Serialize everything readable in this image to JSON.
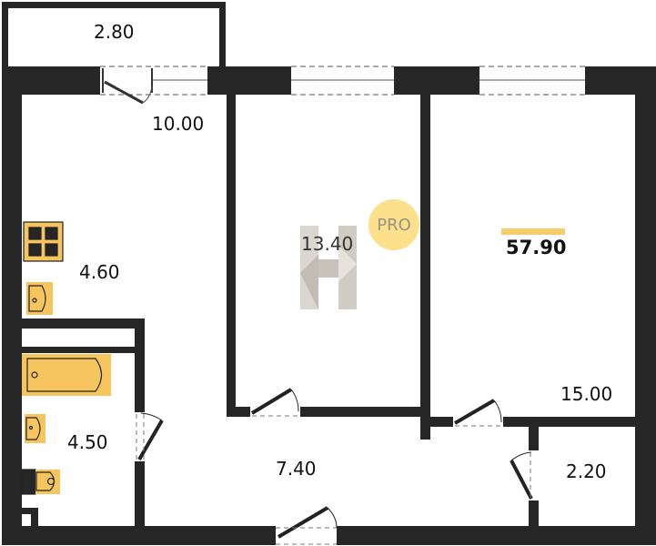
{
  "plan": {
    "rooms": [
      {
        "id": "balcony",
        "area": "2.80"
      },
      {
        "id": "kitchen",
        "area": "10.00"
      },
      {
        "id": "kitchen-zone",
        "area": "4.60"
      },
      {
        "id": "bedroom-1",
        "area": "13.40"
      },
      {
        "id": "bedroom-2",
        "area": "15.00"
      },
      {
        "id": "bathroom",
        "area": "4.50"
      },
      {
        "id": "hallway",
        "area": "7.40"
      },
      {
        "id": "closet",
        "area": "2.20"
      }
    ],
    "total_area": "57.90",
    "badge": "PRO"
  },
  "colors": {
    "wall": "#262626",
    "fixture": "#f7c55e",
    "accent_bar": "#f6cd6a",
    "badge_bg": "#fde08c",
    "watermark": "#c8c2ba"
  }
}
